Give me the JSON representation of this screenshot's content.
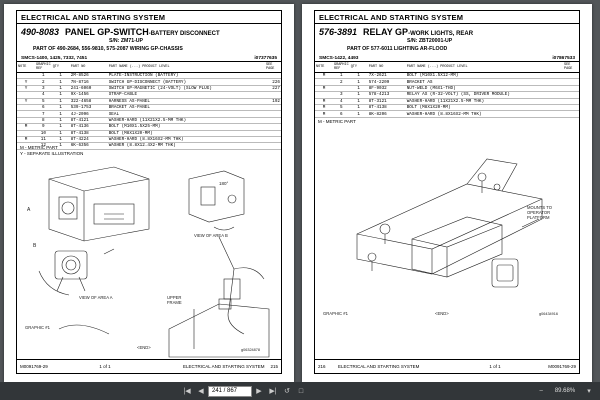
{
  "left_page": {
    "system_title": "ELECTRICAL AND STARTING SYSTEM",
    "part_number": "490-8083",
    "group_name": "PANEL GP-SWITCH",
    "group_sub": "-BATTERY DISCONNECT",
    "sn": "S/N: ZM71-UP",
    "part_of": "PART OF 490-2684, 556-9810, 575-2087 WIRING GP-CHASSIS",
    "smcs": "SMCS-1400, 1425, 7332, 7451",
    "doc_id": "i07377635",
    "headers": [
      "NOTE",
      "GRAPHIC REF",
      "QTY",
      "PART NO",
      "PART NAME  (...) PRODUCT LEVEL",
      "SEE PAGE"
    ],
    "rows": [
      [
        "",
        "1",
        "1",
        "2M-8526",
        "PLATE-INSTRUCTION (BATTERY)",
        ""
      ],
      [
        "Y",
        "2",
        "1",
        "7N-8716",
        "SWITCH GP-DISCONNECT (BATTERY)",
        "226"
      ],
      [
        "Y",
        "3",
        "1",
        "241-6060",
        "SWITCH GP-MAGNETIC (24-VOLT) (SLOW PLUG)",
        "227"
      ],
      [
        "",
        "4",
        "1",
        "9X-1456",
        "STRAP-CABLE",
        ""
      ],
      [
        "Y",
        "5",
        "1",
        "322-4658",
        "HARNESS AS-PANEL",
        "192"
      ],
      [
        "",
        "6",
        "1",
        "539-1753",
        "BRACKET AS-PANEL",
        ""
      ],
      [
        "",
        "7",
        "1",
        "4J-2096",
        "SEAL",
        ""
      ],
      [
        "",
        "8",
        "1",
        "8T-4121",
        "WASHER-HARD (11X21X2.5-MM THK)",
        ""
      ],
      [
        "M",
        "9",
        "1",
        "8T-4136",
        "BOLT (M10X1.5X25-MM)",
        ""
      ],
      [
        "",
        "10",
        "1",
        "8T-4138",
        "BOLT (M8X1X20-MM)",
        ""
      ],
      [
        "M",
        "11",
        "1",
        "8T-4224",
        "WASHER-HARD (8.8X16X2-MM THK)",
        ""
      ],
      [
        "",
        "12",
        "1",
        "6K-6356",
        "WASHER (8.8X12.4X2-MM THK)",
        ""
      ]
    ],
    "legend": [
      "M - METRIC PART",
      "Y - SEPARATE ILLUSTRATION"
    ],
    "callouts": {
      "a": "A",
      "b": "B",
      "view_a_b": "VIEW OF AREA B",
      "angle": "180°",
      "view_a": "VIEW OF AREA A",
      "upper_frame": "UPPER\nFRAME",
      "graphic": "GRAPHIC #1",
      "end": "<END>",
      "gnum": "g06324878"
    },
    "footer": {
      "page": "1 of 1",
      "section": "ELECTRICAL AND STARTING SYSTEM",
      "pagenum": "215",
      "media": "M0091769-29"
    }
  },
  "right_page": {
    "system_title": "ELECTRICAL AND STARTING SYSTEM",
    "part_number": "576-3891",
    "group_name": "RELAY GP",
    "group_sub": "-WORK LIGHTS, REAR",
    "sn": "S/N: ZBT20001-UP",
    "part_of": "PART OF 577-6011 LIGHTING AR-FLOOD",
    "smcs": "SMCS-1422, 4493",
    "doc_id": "i07867533",
    "headers": [
      "NOTE",
      "GRAPHIC REF",
      "QTY",
      "PART NO",
      "PART NAME  (...) PRODUCT LEVEL",
      "SEE PAGE"
    ],
    "rows": [
      [
        "M",
        "1",
        "1",
        "7X-2621",
        "BOLT (M10X1.5X12-MM)",
        ""
      ],
      [
        "",
        "2",
        "1",
        "574-2209",
        "BRACKET AS",
        ""
      ],
      [
        "M",
        "",
        "1",
        "8F-9032",
        "NUT-WELD (M6X1-THD)",
        ""
      ],
      [
        "",
        "3",
        "1",
        "578-4213",
        "RELAY AS (R-32-VOLT) (SS, DRIVER MODULE)",
        ""
      ],
      [
        "M",
        "4",
        "1",
        "8T-3121",
        "WASHER-HARD (11X21X2.5-MM THK)",
        ""
      ],
      [
        "M",
        "5",
        "1",
        "8T-4138",
        "BOLT (M8X1X20-MM)",
        ""
      ],
      [
        "M",
        "6",
        "1",
        "8K-8206",
        "WASHER-HARD (8.8X16X2-MM THK)",
        ""
      ]
    ],
    "legend": [
      "M - METRIC PART"
    ],
    "callouts": {
      "mount": "MOUNTS TO\nOPERATOR\nPLATFORM",
      "graphic": "GRAPHIC #1",
      "end": "<END>",
      "gnum": "g06434916"
    },
    "footer": {
      "page": "1 of 1",
      "section": "ELECTRICAL AND STARTING SYSTEM",
      "pagenum": "216",
      "media": "M0091769-29"
    }
  },
  "toolbar": {
    "page_input": "241 / 867",
    "zoom": "89.68%"
  }
}
